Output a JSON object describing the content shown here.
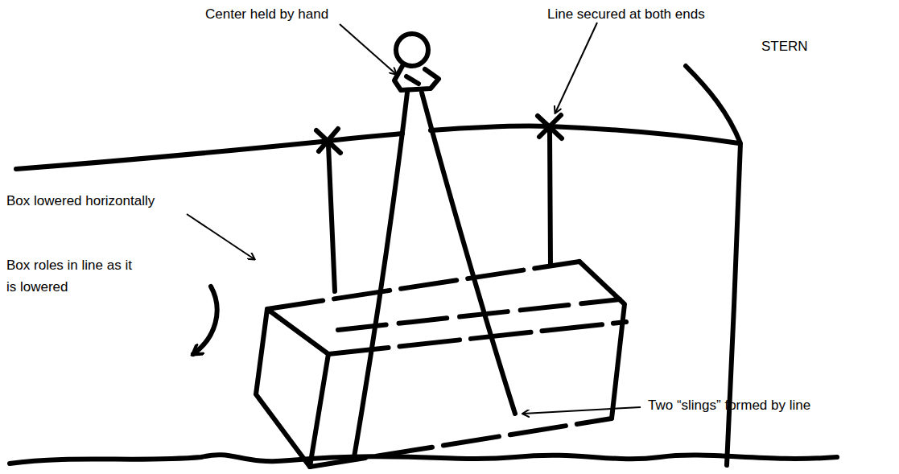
{
  "diagram": {
    "labels": [
      "Center held by hand",
      "Line secured at both ends",
      "STERN",
      "Box lowered horizontally",
      "Box roles in line as it is lowered",
      "Two “slings” formed by line"
    ]
  }
}
